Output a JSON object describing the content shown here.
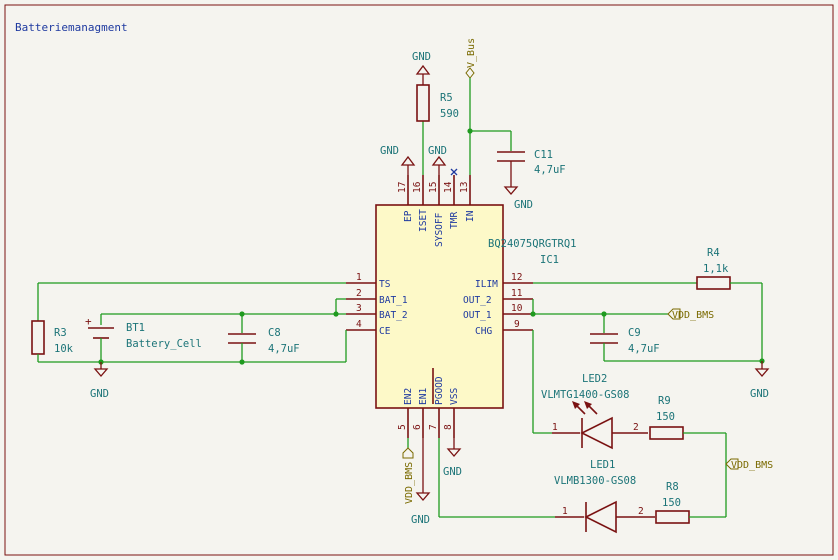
{
  "sheet_title": "Batteriemanagment",
  "ic": {
    "part": "BQ24075QRGTRQ1",
    "ref": "IC1",
    "pins_left": [
      {
        "num": "1",
        "name": "TS"
      },
      {
        "num": "2",
        "name": "BAT_1"
      },
      {
        "num": "3",
        "name": "BAT_2"
      },
      {
        "num": "4",
        "name": "CE"
      }
    ],
    "pins_right": [
      {
        "num": "12",
        "name": "ILIM"
      },
      {
        "num": "11",
        "name": "OUT_2"
      },
      {
        "num": "10",
        "name": "OUT_1"
      },
      {
        "num": "9",
        "name": "CHG"
      }
    ],
    "pins_top": [
      {
        "num": "17",
        "name": "EP"
      },
      {
        "num": "16",
        "name": "ISET"
      },
      {
        "num": "15",
        "name": "SYSOFF"
      },
      {
        "num": "14",
        "name": "TMR"
      },
      {
        "num": "13",
        "name": "IN"
      }
    ],
    "pins_bottom": [
      {
        "num": "5",
        "name": "EN2"
      },
      {
        "num": "6",
        "name": "EN1"
      },
      {
        "num": "7",
        "name": "PGOOD"
      },
      {
        "num": "8",
        "name": "VSS"
      }
    ]
  },
  "components": {
    "r5": {
      "ref": "R5",
      "value": "590"
    },
    "c11": {
      "ref": "C11",
      "value": "4,7uF"
    },
    "r4": {
      "ref": "R4",
      "value": "1,1k"
    },
    "c9": {
      "ref": "C9",
      "value": "4,7uF"
    },
    "r3": {
      "ref": "R3",
      "value": "10k"
    },
    "bt1": {
      "ref": "BT1",
      "value": "Battery_Cell"
    },
    "c8": {
      "ref": "C8",
      "value": "4,7uF"
    },
    "led2": {
      "ref": "LED2",
      "value": "VLMTG1400-GS08",
      "pin1": "1",
      "pin2": "2"
    },
    "r9": {
      "ref": "R9",
      "value": "150"
    },
    "led1": {
      "ref": "LED1",
      "value": "VLMB1300-GS08",
      "pin1": "1",
      "pin2": "2"
    },
    "r8": {
      "ref": "R8",
      "value": "150"
    }
  },
  "power": {
    "gnd": "GND",
    "plus": "+"
  },
  "nets": {
    "vbus": "V_Bus",
    "vdd_bms": "VDD_BMS"
  }
}
